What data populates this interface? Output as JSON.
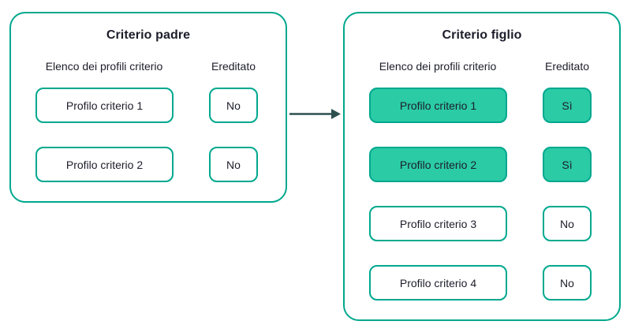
{
  "theme": {
    "teal": "#00A88E",
    "green": "#2BCBA6",
    "arrow": "#2D4F4F",
    "ink": "#1D1D2B"
  },
  "parent": {
    "title": "Criterio padre",
    "columns": {
      "profiles": "Elenco dei profili criterio",
      "inherited": "Ereditato"
    },
    "rows": [
      {
        "profile": "Profilo criterio 1",
        "inherited": "No",
        "highlighted": false
      },
      {
        "profile": "Profilo criterio 2",
        "inherited": "No",
        "highlighted": false
      }
    ]
  },
  "child": {
    "title": "Criterio figlio",
    "columns": {
      "profiles": "Elenco dei profili criterio",
      "inherited": "Ereditato"
    },
    "rows": [
      {
        "profile": "Profilo criterio 1",
        "inherited": "Sì",
        "highlighted": true
      },
      {
        "profile": "Profilo criterio 2",
        "inherited": "Sì",
        "highlighted": true
      },
      {
        "profile": "Profilo criterio 3",
        "inherited": "No",
        "highlighted": false
      },
      {
        "profile": "Profilo criterio 4",
        "inherited": "No",
        "highlighted": false
      }
    ]
  }
}
